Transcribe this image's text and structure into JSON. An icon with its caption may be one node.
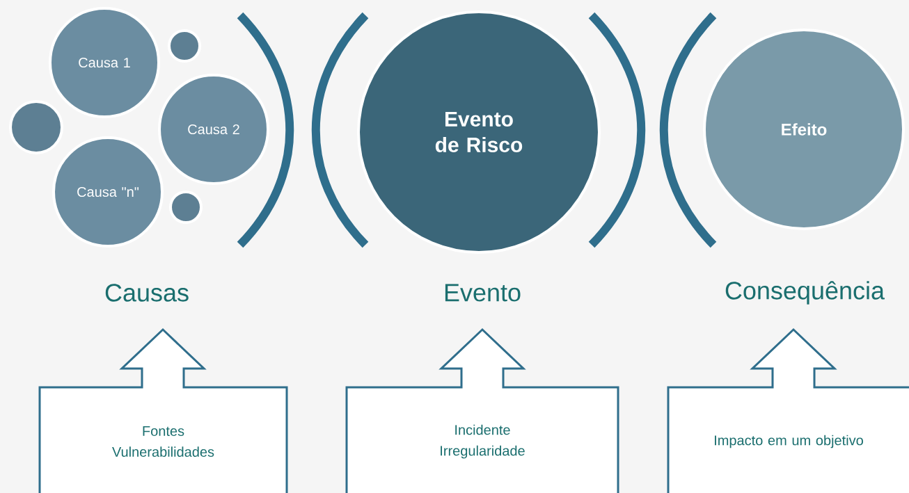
{
  "diagram": {
    "nodes": [
      {
        "text": [
          "Causa 1"
        ]
      },
      {
        "text": [],
        "shape": "circle"
      },
      {
        "text": [],
        "shape": "circle"
      },
      {
        "text": [
          "Causa 2"
        ]
      },
      {
        "text": [
          "Causa \"n\""
        ]
      },
      {
        "text": [],
        "shape": "circle"
      },
      {
        "text": [
          "Evento de Risco"
        ]
      },
      {
        "text": [
          "Efeito"
        ]
      },
      {
        "text": [
          "Fontes",
          "Vulnerabilidades"
        ]
      },
      {
        "text": [
          "Incidente",
          "Irregularidade"
        ]
      },
      {
        "text": [
          "Impacto em um objetivo"
        ]
      }
    ],
    "labels": [
      "Causas",
      "Evento",
      "Consequência"
    ]
  }
}
